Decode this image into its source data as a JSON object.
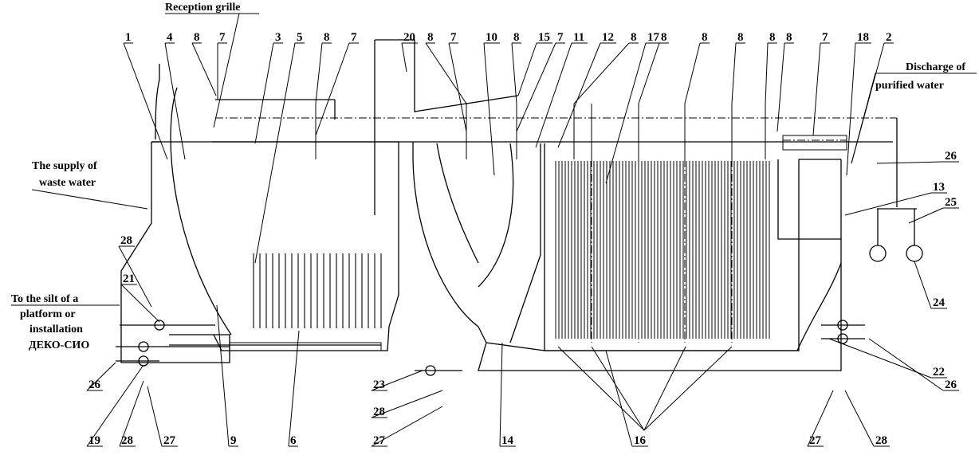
{
  "labels": {
    "top": [
      "1",
      "4",
      "8",
      "7",
      "3",
      "5",
      "8",
      "7",
      "20",
      "8",
      "7",
      "10",
      "8",
      "15",
      "7",
      "11",
      "12",
      "8",
      "17",
      "8",
      "8",
      "8",
      "8",
      "8",
      "7",
      "18",
      "2"
    ],
    "right": [
      "26",
      "13",
      "25",
      "24",
      "26",
      "22",
      "27",
      "28"
    ],
    "left": [
      "28",
      "21",
      "26",
      "19",
      "28",
      "27",
      "9",
      "6"
    ],
    "bottom_mid": [
      "23",
      "28",
      "27",
      "14",
      "16"
    ]
  },
  "captions": {
    "reception_grille": "Reception grille",
    "discharge_line1": "Discharge of",
    "discharge_line2": "purified water",
    "supply_line1": "The supply of",
    "supply_line2": "waste water",
    "silt_line1": "To the silt of a",
    "silt_line2": "platform or",
    "silt_line3": "installation",
    "silt_line4": "ДЕКО-СИО"
  }
}
